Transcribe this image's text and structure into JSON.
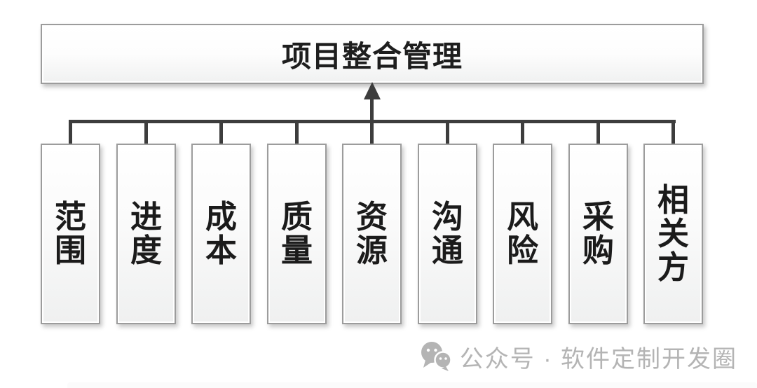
{
  "diagram": {
    "root": {
      "label": "项目整合管理"
    },
    "children": [
      {
        "label": "范围"
      },
      {
        "label": "进度"
      },
      {
        "label": "成本"
      },
      {
        "label": "质量"
      },
      {
        "label": "资源"
      },
      {
        "label": "沟通"
      },
      {
        "label": "风险"
      },
      {
        "label": "采购"
      },
      {
        "label": "相关方"
      }
    ]
  },
  "watermark": {
    "icon": "wechat-icon",
    "text": "公众号 · 软件定制开发圈"
  },
  "colors": {
    "connector": "#3d3d3d",
    "box_border": "#9c9c9c",
    "label_text": "#1b1b1b",
    "watermark_gray": "#b4b4b4"
  }
}
